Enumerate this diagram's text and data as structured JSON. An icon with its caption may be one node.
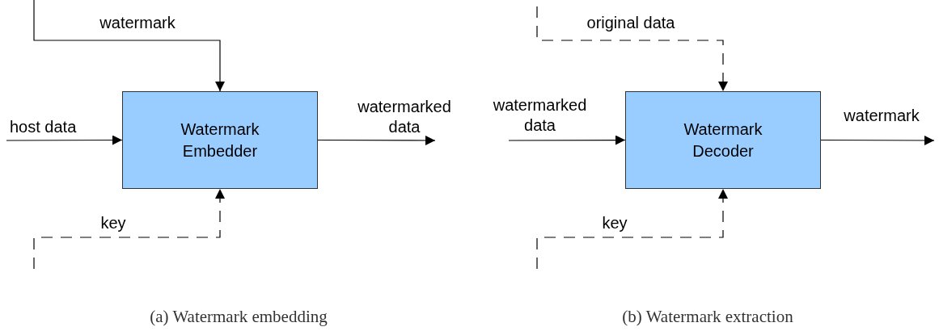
{
  "diagram": {
    "nodes": [
      {
        "text": [
          "Watermark Embedder"
        ]
      },
      {
        "text": [
          "Watermark Decoder"
        ]
      }
    ],
    "edges": [
      {
        "from": null,
        "to": 0,
        "arrow": "to",
        "label": "watermark"
      },
      {
        "from": null,
        "to": 0,
        "arrow": "to",
        "label": "host data"
      },
      {
        "from": 0,
        "to": null,
        "arrow": "to",
        "label": "watermarked data"
      },
      {
        "from": null,
        "to": 0,
        "arrow": "to",
        "label": "key",
        "style": "dashed"
      },
      {
        "from": null,
        "to": 1,
        "arrow": "to",
        "label": "original data",
        "style": "dashed"
      },
      {
        "from": null,
        "to": 1,
        "arrow": "to",
        "label": "watermarked data"
      },
      {
        "from": 1,
        "to": null,
        "arrow": "to",
        "label": "watermark"
      },
      {
        "from": null,
        "to": 1,
        "arrow": "to",
        "label": "key",
        "style": "dashed"
      }
    ],
    "labels": [
      "(a) Watermark embedding",
      "(b) Watermark extraction"
    ]
  }
}
